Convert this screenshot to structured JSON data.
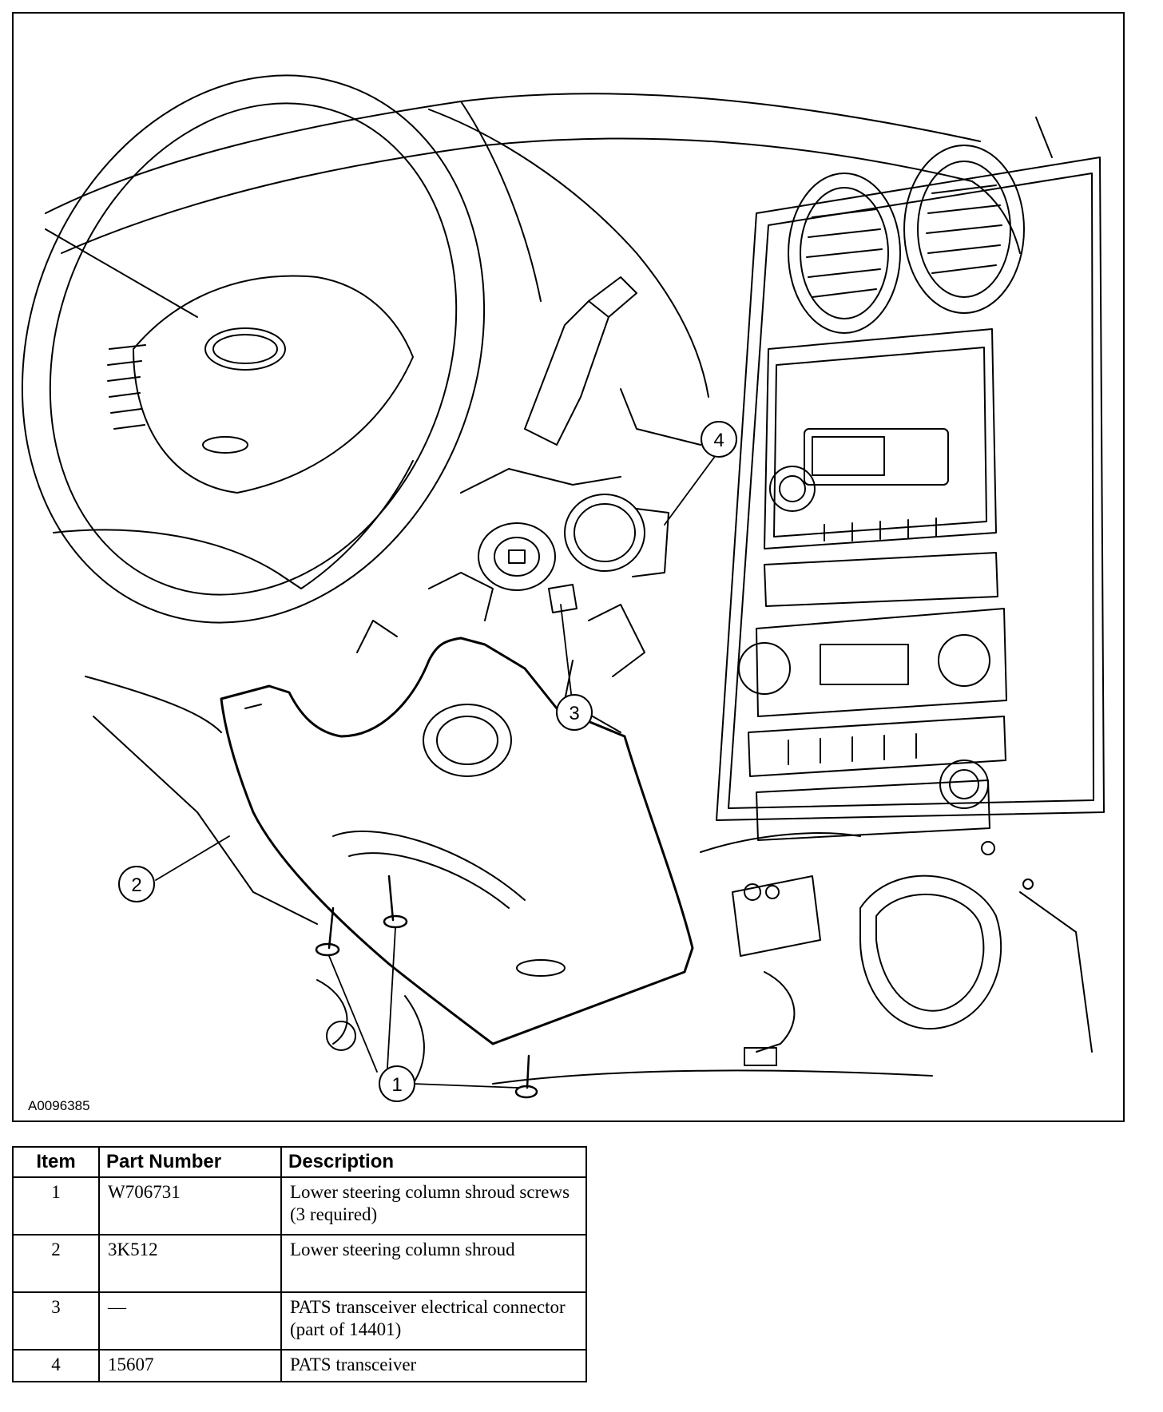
{
  "figure": {
    "id_label": "A0096385",
    "callouts": [
      "1",
      "2",
      "3",
      "4"
    ]
  },
  "table": {
    "headers": {
      "item": "Item",
      "part_number": "Part Number",
      "description": "Description"
    },
    "rows": [
      {
        "item": "1",
        "part_number": "W706731",
        "description": "Lower steering column shroud screws (3 required)"
      },
      {
        "item": "2",
        "part_number": "3K512",
        "description": "Lower steering column shroud"
      },
      {
        "item": "3",
        "part_number": "—",
        "description": "PATS transceiver electrical connector (part of 14401)"
      },
      {
        "item": "4",
        "part_number": "15607",
        "description": "PATS transceiver"
      }
    ]
  }
}
